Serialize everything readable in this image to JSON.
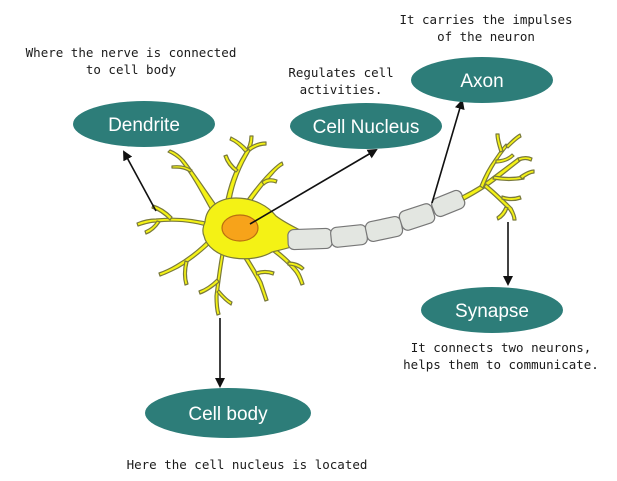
{
  "labels": {
    "dendrite": "Dendrite",
    "cell_nucleus": "Cell Nucleus",
    "axon": "Axon",
    "synapse": "Synapse",
    "cell_body": "Cell body"
  },
  "captions": {
    "dendrite": [
      "Where the nerve is connected",
      "to cell body"
    ],
    "cell_nucleus": [
      "Regulates cell",
      "activities."
    ],
    "axon": [
      "It carries the impulses",
      "of the neuron"
    ],
    "synapse": [
      "It connects two neurons,",
      "helps them to communicate."
    ],
    "cell_body": [
      "Here the cell nucleus is located"
    ]
  },
  "colors": {
    "pill": "#2d7d79",
    "neuron_fill": "#f4f215",
    "neuron_stroke": "#7a7a3a",
    "nucleus": "#f7a31a",
    "myelin": "#e3e6e1",
    "arrow": "#111111"
  }
}
